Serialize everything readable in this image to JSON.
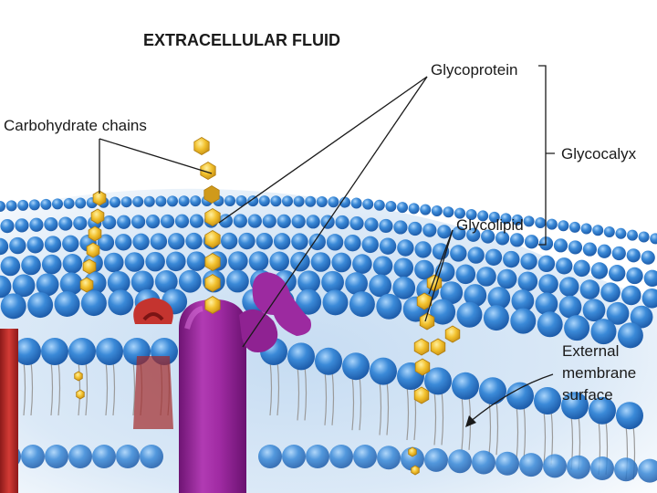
{
  "title": "EXTRACELLULAR FLUID",
  "labels": {
    "carbohydrate_chains": "Carbohydrate chains",
    "glycoprotein": "Glycoprotein",
    "glycocalyx": "Glycocalyx",
    "glycolipid": "Glycolipid",
    "external_membrane_surface": [
      "External",
      "membrane",
      "surface"
    ]
  },
  "colors": {
    "lipid_head": "#2f7fd0",
    "lipid_head_highlight": "#8cc4f5",
    "background_blue": "#cfe3f6",
    "protein_purple": "#9a2a9a",
    "protein_red": "#c4342f",
    "sugar_yellow": "#f2c12e",
    "sugar_dark": "#d09a1a"
  }
}
